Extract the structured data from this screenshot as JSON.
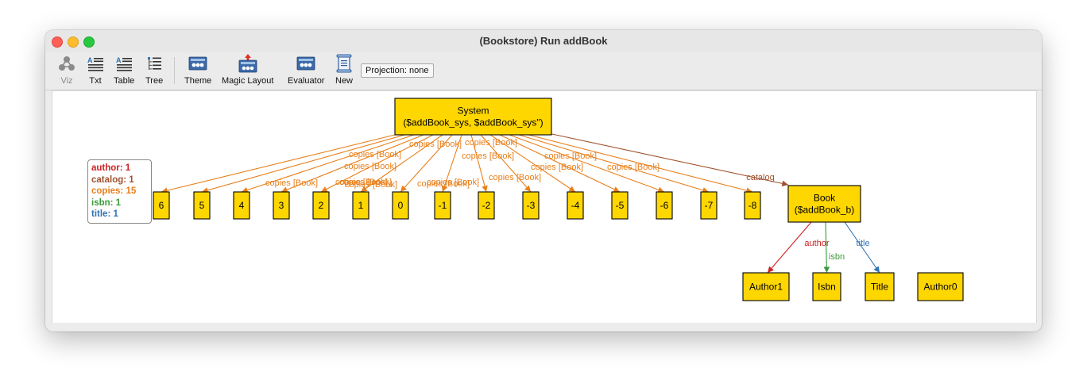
{
  "window": {
    "title": "(Bookstore) Run addBook"
  },
  "toolbar": {
    "viz": "Viz",
    "txt": "Txt",
    "table": "Table",
    "tree": "Tree",
    "theme": "Theme",
    "magic_layout": "Magic Layout",
    "evaluator": "Evaluator",
    "new": "New",
    "projection": "Projection: none"
  },
  "legend": {
    "author": "author: 1",
    "catalog": "catalog: 1",
    "copies": "copies: 15",
    "isbn": "isbn: 1",
    "title": "title: 1"
  },
  "colors": {
    "author": "#cc2222",
    "catalog": "#a0522d",
    "copies": "#e87f1a",
    "isbn": "#3a9a3a",
    "title": "#2f72b2",
    "node_fill": "#ffd700"
  },
  "graph": {
    "system": {
      "line1": "System",
      "line2": "($addBook_sys, $addBook_sys\")"
    },
    "book": {
      "line1": "Book",
      "line2": "($addBook_b)"
    },
    "numbers": [
      "6",
      "5",
      "4",
      "3",
      "2",
      "1",
      "0",
      "-1",
      "-2",
      "-3",
      "-4",
      "-5",
      "-6",
      "-7",
      "-8"
    ],
    "children": [
      "Author1",
      "Isbn",
      "Title",
      "Author0"
    ],
    "copies_label": "copies [Book]",
    "catalog_label": "catalog",
    "author_label": "author",
    "isbn_label": "isbn",
    "title_label": "title"
  }
}
